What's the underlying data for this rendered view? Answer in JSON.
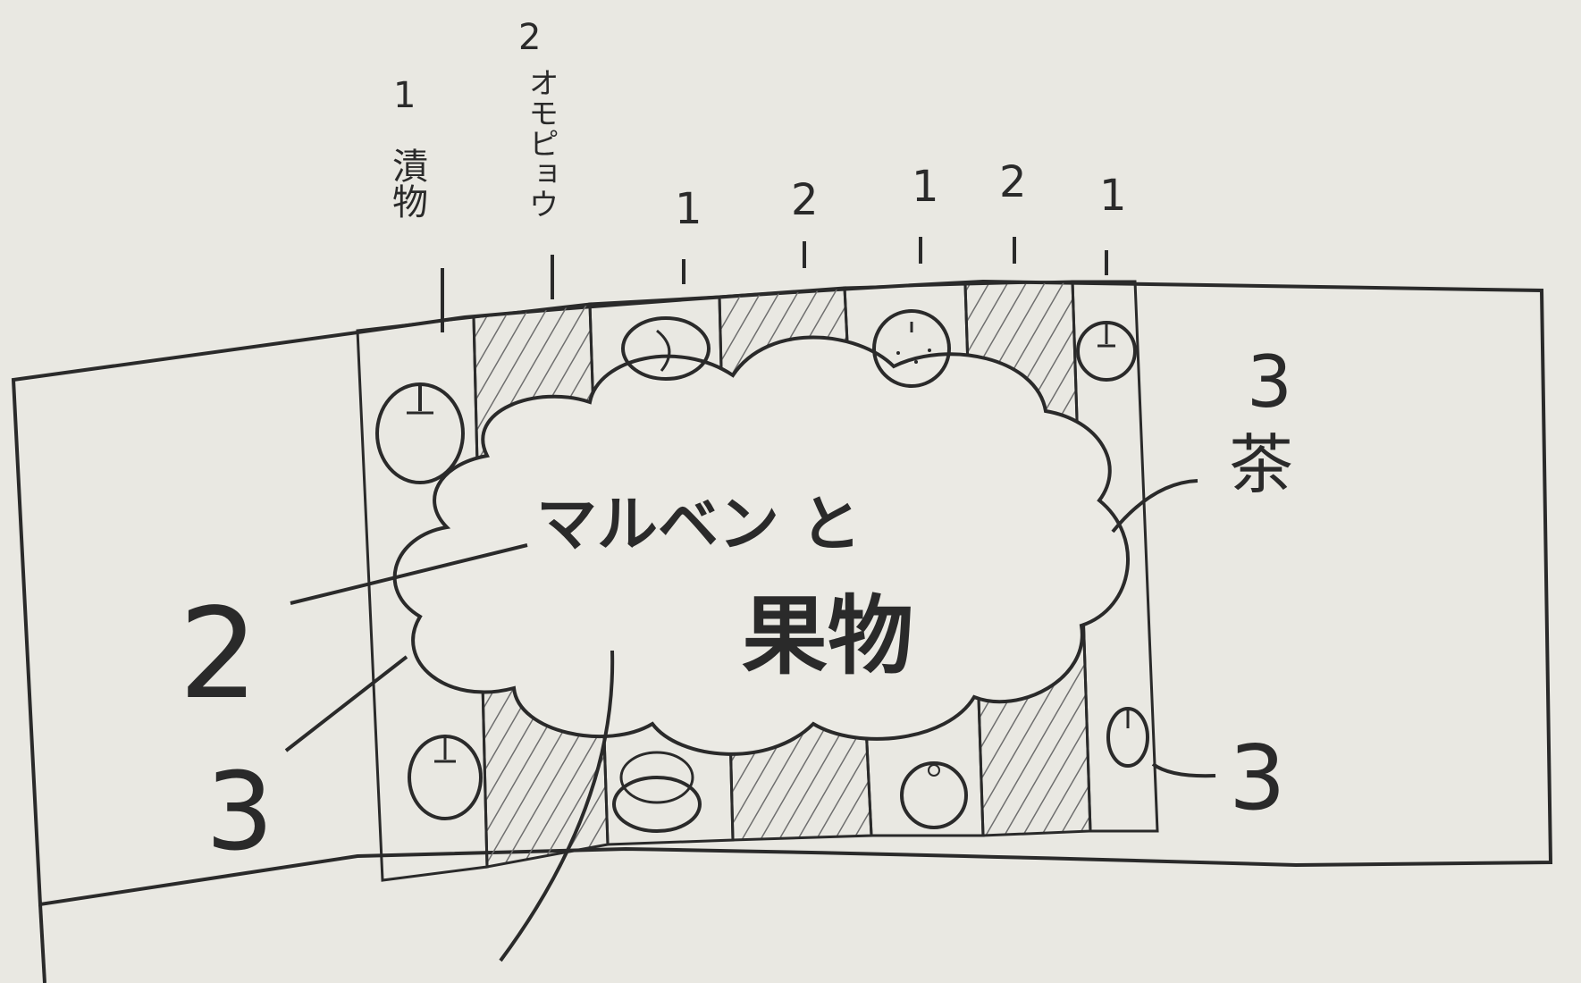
{
  "colors": {
    "paper": "#e9e8e2",
    "ink": "#2a2a2a",
    "hatch": "#6f6f6f"
  },
  "center_title": {
    "line1": "マルベン と",
    "line2": "果物"
  },
  "top_labels": {
    "col1": "1\n漬\n物",
    "col2": "2\nオモピョウ",
    "col3": "1",
    "col4": "2",
    "col5": "1",
    "col6": "2",
    "col7": "1"
  },
  "callouts": {
    "left_upper_number": "2",
    "left_lower_number": "3",
    "right_upper_number": "3",
    "right_upper_text": "茶",
    "right_lower_number": "3"
  },
  "icons": {
    "fruit_top": [
      "apple-icon",
      "peach-icon",
      "mikan-icon",
      "apple-icon"
    ],
    "fruit_bottom": [
      "apple-icon",
      "peach-icon",
      "mikan-icon",
      "apple-icon"
    ]
  }
}
